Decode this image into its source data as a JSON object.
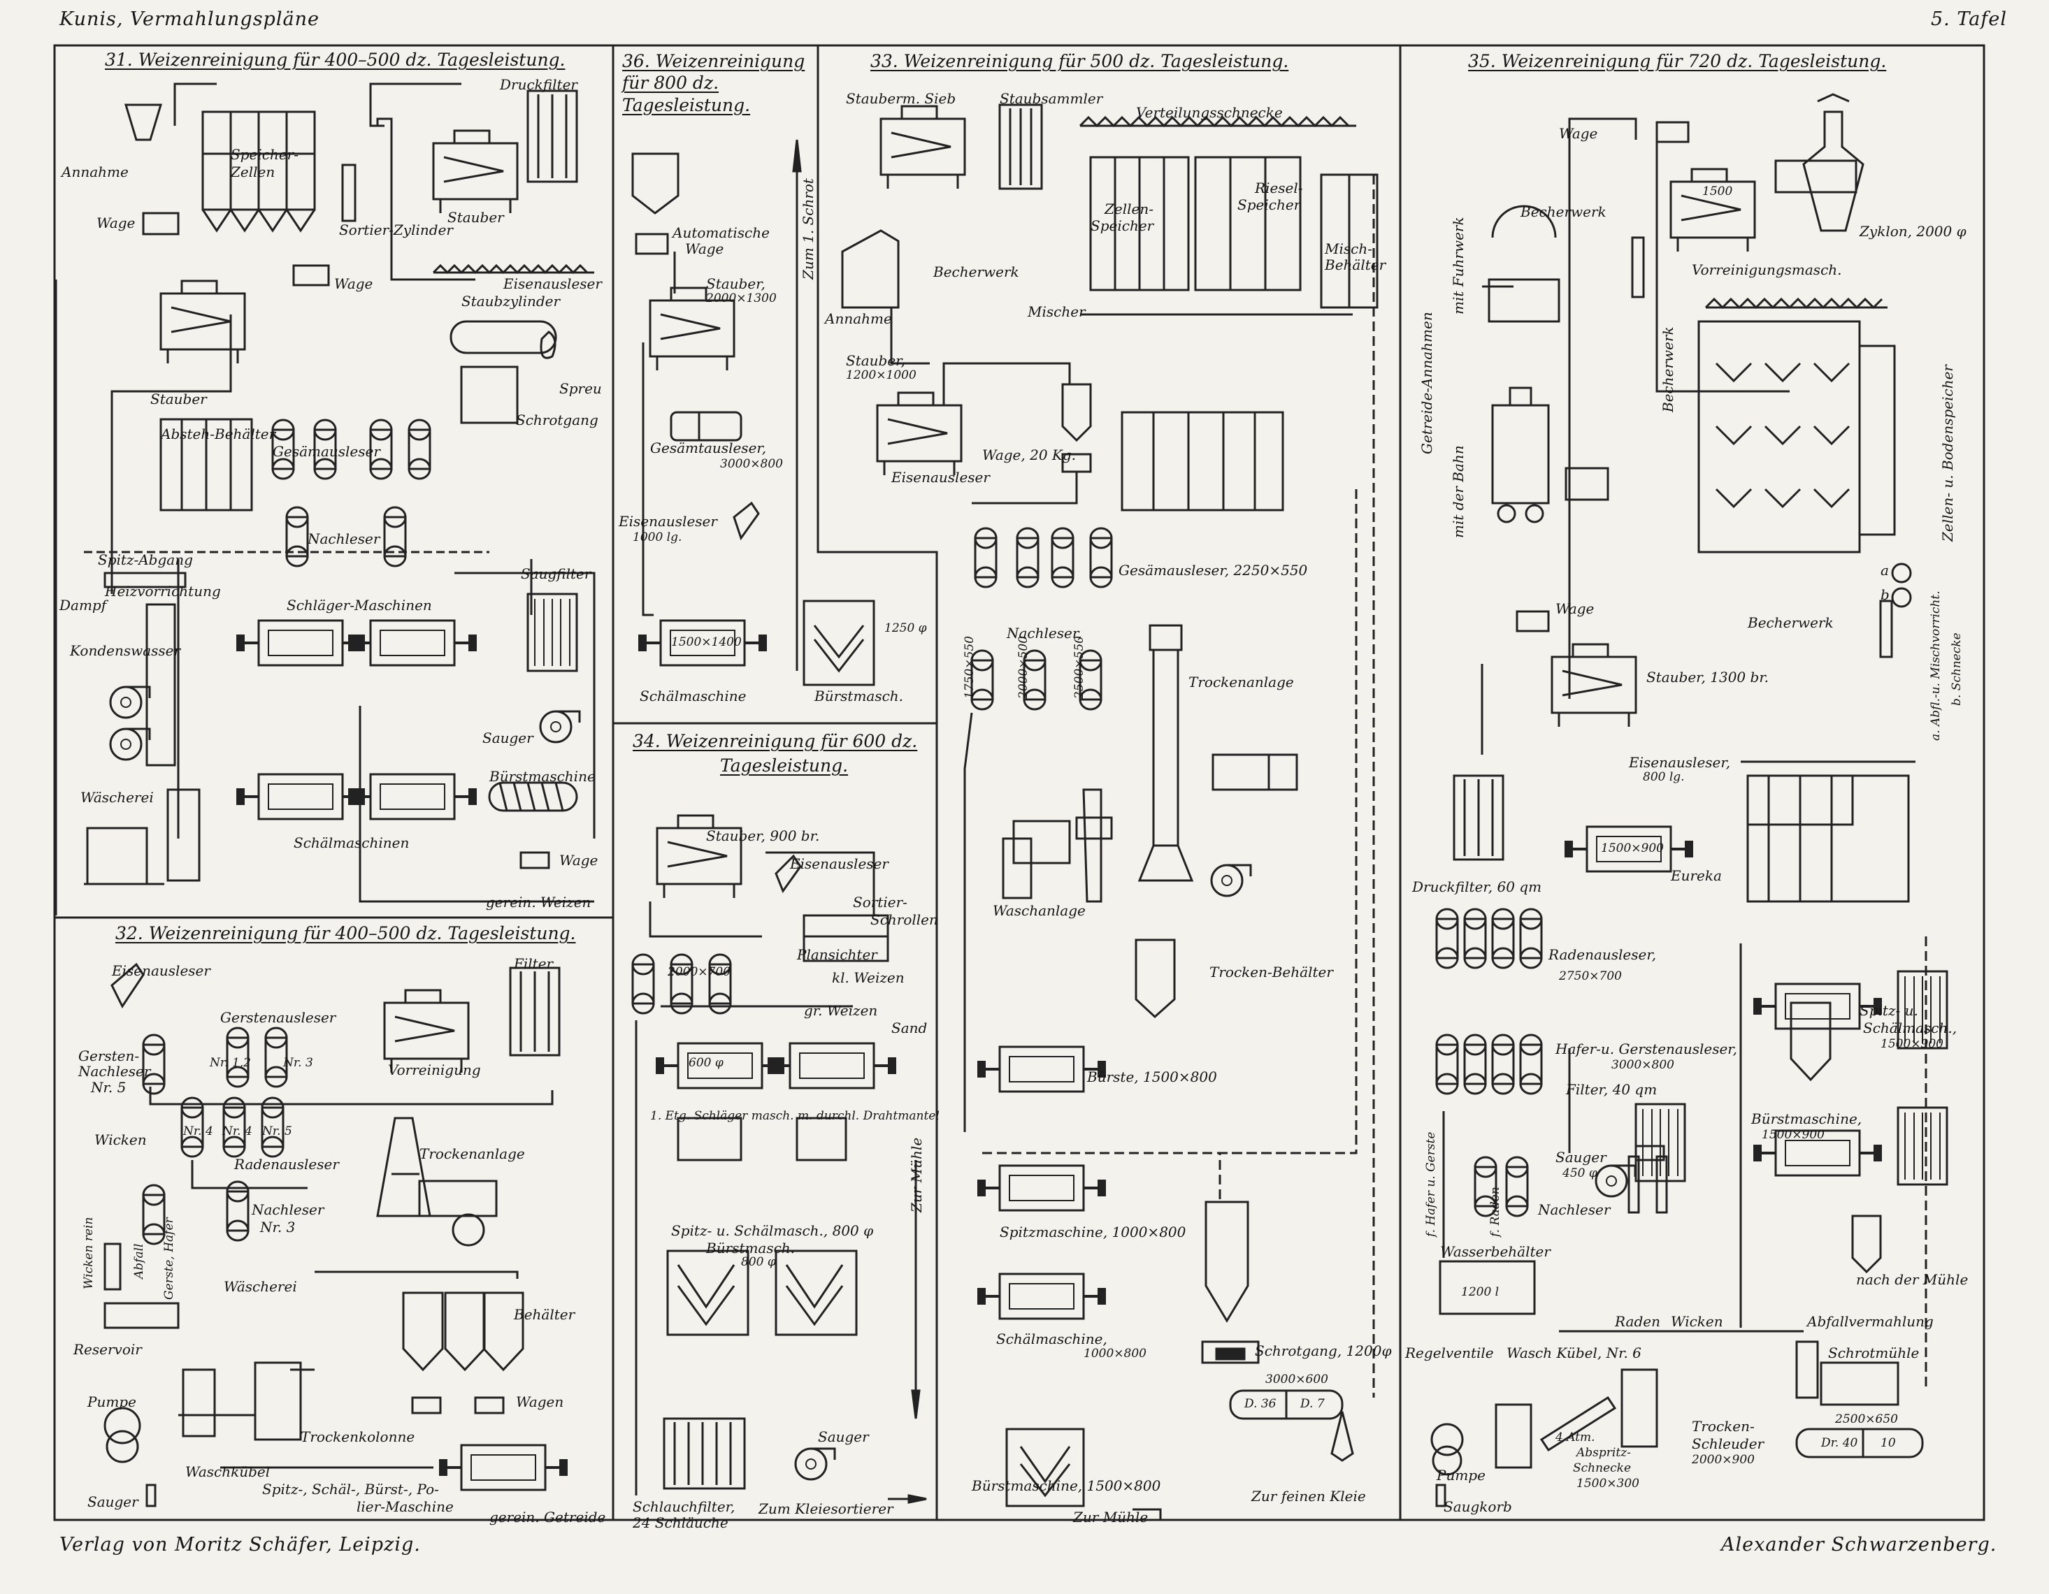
{
  "header": {
    "left": "Kunis, Vermahlungspläne",
    "right": "5. Tafel"
  },
  "footer": {
    "left": "Verlag von Moritz Schäfer, Leipzig.",
    "right": "Alexander Schwarzenberg."
  },
  "panels": {
    "p31": {
      "title": "31. Weizenreinigung für 400–500 dz. Tagesleistung.",
      "labels": {
        "annahme": "Annahme",
        "wage": "Wage",
        "speicher": "Speicher-",
        "zellen": "Zellen",
        "druckfilter": "Druckfilter",
        "stauber_top": "Stauber",
        "sortierzylinder": "Sortier-Zylinder",
        "wage_mid": "Wage",
        "eisenausleser": "Eisenausleser",
        "staubzylinder": "Staubzylinder",
        "spreu": "Spreu",
        "schrotgang": "Schrotgang",
        "stauber_left": "Stauber",
        "abstehbehalter": "Absteh-Behälter",
        "gesamtausleser": "Gesämausleser",
        "nachleser": "Nachleser",
        "spitzabgang": "Spitz-Abgang",
        "heizvorrichtung": "Heizvorrichtung",
        "dampf": "Dampf",
        "kondenswasser": "Kondenswasser",
        "schlagermaschinen": "Schläger-Maschinen",
        "saugfilter": "Saugfilter",
        "sauger": "Sauger",
        "wascherei": "Wäscherei",
        "burstmaschine": "Bürstmaschine",
        "schalmaschinen": "Schälmaschinen",
        "wage_bottom": "Wage",
        "gereinweizen": "gerein. Weizen"
      }
    },
    "p32": {
      "title": "32. Weizenreinigung für 400–500 dz. Tagesleistung.",
      "labels": {
        "eisenausleser": "Eisenausleser",
        "filter": "Filter",
        "gerstenausleser": "Gerstenausleser",
        "gerstennachleser": "Gersten-",
        "gerstennachleser2": "Nachleser",
        "nr5": "Nr. 5",
        "nr12": "Nr. 1,2",
        "nr3": "Nr. 3",
        "nr4": "Nr. 4",
        "nr4b": "Nr. 4",
        "nr5b": "Nr. 5",
        "vorreinigung": "Vorreinigung",
        "wicken": "Wicken",
        "radenausleser": "Radenausleser",
        "trockenanlage": "Trockenanlage",
        "nachleser": "Nachleser",
        "nachlesernr": "Nr. 3",
        "wickenrein": "Wicken rein",
        "abfall": "Abfall",
        "gersthafer": "Gerste, Hafer",
        "wascherei": "Wäscherei",
        "behalter": "Behälter",
        "reservoir": "Reservoir",
        "wagen": "Wagen",
        "pumpe": "Pumpe",
        "trockenkolonne": "Trockenkolonne",
        "waschkubel": "Waschkübel",
        "spitz": "Spitz-, Schäl-, Bürst-, Po-",
        "spitz2": "lier-Maschine",
        "sauger": "Sauger",
        "gereingetreide": "gerein. Getreide"
      }
    },
    "p36": {
      "title": "36. Weizenreinigung für 800 dz. Tagesleistung.",
      "labels": {
        "autowage": "Automatische",
        "autowage2": "Wage",
        "stauber": "Stauber,",
        "stauberdim": "2000×1300",
        "zumschrot": "Zum 1. Schrot",
        "gesamtausleser": "Gesämtausleser,",
        "gadim": "3000×800",
        "eisenausleser": "Eisenausleser",
        "eadim": "1000 lg.",
        "schalmaschine": "Schälmaschine",
        "burstmasch": "Bürstmasch.",
        "dim1": "1500×1400",
        "dim2": "1250 φ"
      }
    },
    "p34": {
      "title": "34. Weizenreinigung für 600 dz.",
      "title2": "Tagesleistung.",
      "labels": {
        "stauber": "Stauber, 900 br.",
        "eisenausleser": "Eisenausleser",
        "sortierschrollen": "Sortier-",
        "sortierschrollen2": "Schrollen",
        "plansichter": "Plansichter",
        "klweizen": "kl. Weizen",
        "grweizen": "gr. Weizen",
        "sand": "Sand",
        "dim1": "2000×700",
        "dim600": "600 φ",
        "schlager": "1. Etg. Schläger masch. m. durchl. Drahtmantel",
        "spitzschal": "Spitz- u. Schälmasch., 800 φ",
        "burstmasch": "Bürstmasch.",
        "bdim": "800 φ",
        "zurmuhle": "Zur Mühle",
        "sauger": "Sauger",
        "schlauchfilter": "Schlauchfilter,",
        "schlauche": "24 Schläuche",
        "zumkleie": "Zum Kleiesortierer"
      }
    },
    "p33": {
      "title": "33. Weizenreinigung für 500 dz. Tagesleistung.",
      "labels": {
        "staubsieb": "Stauberm. Sieb",
        "staubsammler": "Staubsammler",
        "verteilungsschnecke": "Verteilungsschnecke",
        "zellenspeicher": "Zellen-",
        "zellenspeicher2": "Speicher",
        "rieselspeicher": "Riesel-",
        "rieselspeicher2": "Speicher",
        "mischbehalter": "Misch-",
        "mischbehalter2": "Behälter",
        "becherwerk": "Becherwerk",
        "annahme": "Annahme",
        "mischer": "Mischer",
        "stauber": "Stauber,",
        "staubdim": "1200×1000",
        "wage": "Wage, 20 Kg.",
        "eisenausleser": "Eisenausleser",
        "gesamtausleser": "Gesämausleser, 2250×550",
        "nachleser": "Nachleser,",
        "d1": "1750×550",
        "d2": "2000×500",
        "d3": "2500×550",
        "trockenanlage": "Trockenanlage",
        "waschanlage": "Waschanlage",
        "trockenbehalter": "Trocken-Behälter",
        "burste": "Bürste, 1500×800",
        "spitzmaschine": "Spitzmaschine, 1000×800",
        "schalmaschine": "Schälmaschine,",
        "schaldim": "1000×800",
        "schrotgang": "Schrotgang, 1200φ",
        "rdim": "3000×600",
        "d36": "D. 36",
        "d7": "D. 7",
        "burstmaschine": "Bürstmaschine, 1500×800",
        "zurfeinenkleie": "Zur feinen Kleie",
        "zurmuhle": "Zur Mühle"
      }
    },
    "p35": {
      "title": "35. Weizenreinigung für 720 dz. Tagesleistung.",
      "labels": {
        "wage": "Wage",
        "becherwerk": "Becherwerk",
        "zyklon": "Zyklon, 2000 φ",
        "vorreinigung": "Vorreinigungsmasch.",
        "v1500": "1500",
        "getreide": "Getreide-Annahmen",
        "mitfuhrwerk": "mit Fuhrwerk",
        "mitderbahn": "mit der Bahn",
        "becherwerk2": "Becherwerk",
        "zellenboden": "Zellen- u. Bodenspeicher",
        "a": "a",
        "b": "b",
        "becherwerk3": "Becherwerk",
        "abfluss": "a. Abfl.-u. Mischvorricht.",
        "schnecke": "b. Schnecke",
        "wage2": "Wage",
        "stauber": "Stauber, 1300 br.",
        "eisenausleser": "Eisenausleser,",
        "eadim": "800 lg.",
        "druckfilter": "Druckfilter, 60 qm",
        "eureka": "Eureka",
        "edim": "1500×900",
        "radenausleser": "Radenausleser,",
        "radim": "2750×700",
        "hafergerste": "Hafer-u. Gerstenausleser,",
        "hgdim": "3000×800",
        "filter": "Filter, 40 qm",
        "spitzschal": "Spitz- u.",
        "spitzschal2": "Schälmasch.,",
        "ssdim": "1500×900",
        "burstmaschine": "Bürstmaschine,",
        "bdim": "1500×900",
        "sauger": "Sauger",
        "sdim": "450 φ",
        "nachleser": "Nachleser",
        "hafergerste2": "f. Hafer u. Gerste",
        "fradem": "f. Raden",
        "wasserbehalter": "Wasserbehälter",
        "t1200": "1200 l",
        "raden": "Raden",
        "wicken": "Wicken",
        "nachdermuhle": "nach der Mühle",
        "abfallvermahlung": "Abfallvermahlung",
        "regelventile": "Regelventile",
        "waschkubel": "Wasch Kübel, Nr. 6",
        "schrotmuhle": "Schrotmühle",
        "vieratm": "4 Atm.",
        "abspritz": "Abspritz-",
        "abspritz2": "Schnecke",
        "asdim": "1500×300",
        "trockenschl": "Trocken-",
        "trockenschl2": "Schleuder",
        "tsdim": "2000×900",
        "rdim": "2500×650",
        "dr40": "Dr. 40",
        "z10": "10",
        "pumpe": "Pumpe",
        "saugkorb": "Saugkorb"
      }
    }
  }
}
